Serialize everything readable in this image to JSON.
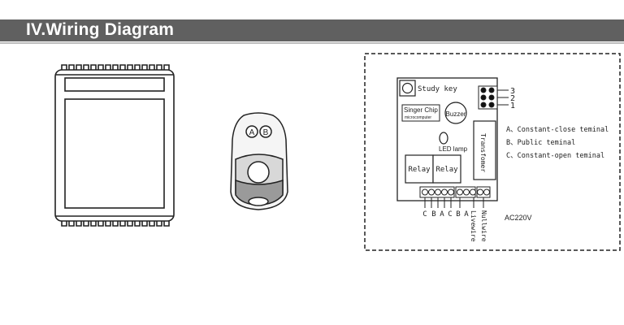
{
  "header": {
    "title": "IV.Wiring Diagram"
  },
  "remote": {
    "button_a": "A",
    "button_b": "B"
  },
  "board": {
    "study_key": "Study key",
    "chip_title": "Singer Chip",
    "chip_subtitle": "microcomputer",
    "buzzer": "Buzzer",
    "led": "LED lamp",
    "transformer": "Transfomer",
    "relay_1": "Relay",
    "relay_2": "Relay",
    "header_pins": [
      "3",
      "2",
      "1"
    ],
    "terminals": [
      "C",
      "B",
      "A",
      "C",
      "B",
      "A"
    ],
    "live_wire": "Livewire",
    "null_wire": "Nullwire",
    "supply": "AC220V",
    "legend": [
      "A、Constant-close teminal",
      "B、Public teminal",
      "C、Constant-open teminal"
    ]
  }
}
